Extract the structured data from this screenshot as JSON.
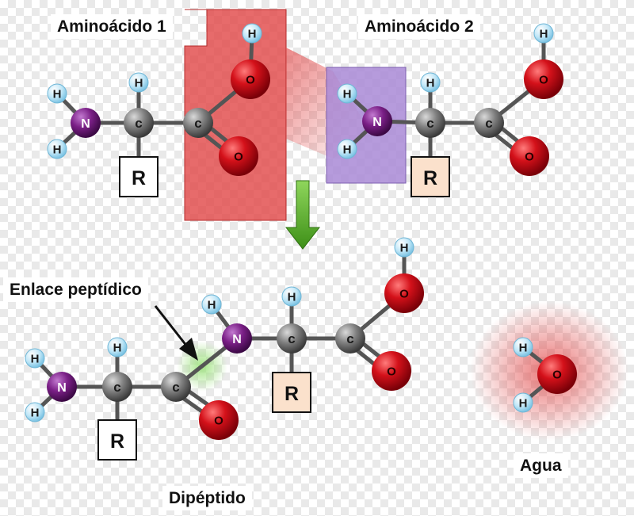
{
  "labels": {
    "aminoacid1": "Aminoácido 1",
    "aminoacid2": "Aminoácido 2",
    "peptide_bond": "Enlace peptídico",
    "dipeptide": "Dipéptido",
    "water": "Agua"
  },
  "atoms": {
    "hydrogen": "H",
    "nitrogen": "N",
    "carbon": "c",
    "oxygen": "O",
    "side_chain": "R"
  },
  "colors": {
    "hydrogen": "#bfe6f7",
    "nitrogen": "#7a1f86",
    "carbon": "#808080",
    "oxygen": "#d4111a",
    "bond": "#555555",
    "removed_oh_highlight": "#e24a4a",
    "removed_h_highlight": "#a98ad6",
    "peptide_bond_glow": "#9be27a",
    "arrow": "#4ea51f"
  }
}
